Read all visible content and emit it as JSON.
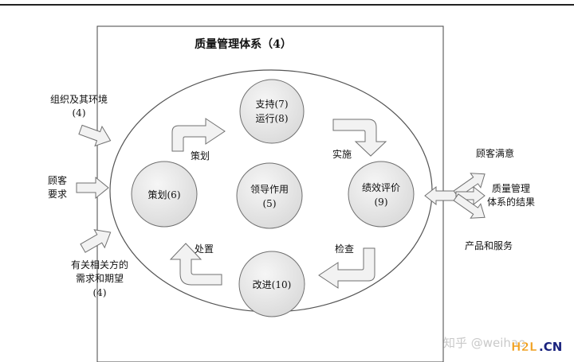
{
  "diagram": {
    "title": "质量管理体系（4）",
    "center": {
      "line1": "领导作用",
      "line2": "(5)"
    },
    "top": {
      "line1": "支持(7)",
      "line2": "运行(8)"
    },
    "left": {
      "line1": "策划(6)"
    },
    "right": {
      "line1": "绩效评价",
      "line2": "(9)"
    },
    "bottom": {
      "line1": "改进(10)"
    },
    "arrow_labels": {
      "plan": "策划",
      "do": "实施",
      "check": "检查",
      "act": "处置"
    },
    "inputs": {
      "org": {
        "line1": "组织及其环境",
        "line2": "(4)"
      },
      "customer": {
        "line1": "顾客",
        "line2": "要求"
      },
      "parties": {
        "line1": "有关相关方的",
        "line2": "需求和期望",
        "line3": "(4)"
      }
    },
    "outputs": {
      "satisfaction": "顾客满意",
      "results": {
        "line1": "质量管理",
        "line2": "体系的结果"
      },
      "products": "产品和服务"
    },
    "watermark": {
      "text": "知乎 @weihao",
      "brand_main": "H2L",
      "brand_suffix": ".CN"
    }
  },
  "colors": {
    "node_fill": "#e6e6e6",
    "arrow_fill": "#f2f2f2",
    "stroke": "#707070",
    "brand_main": "#f0a020",
    "brand_suffix": "#1a237e"
  }
}
